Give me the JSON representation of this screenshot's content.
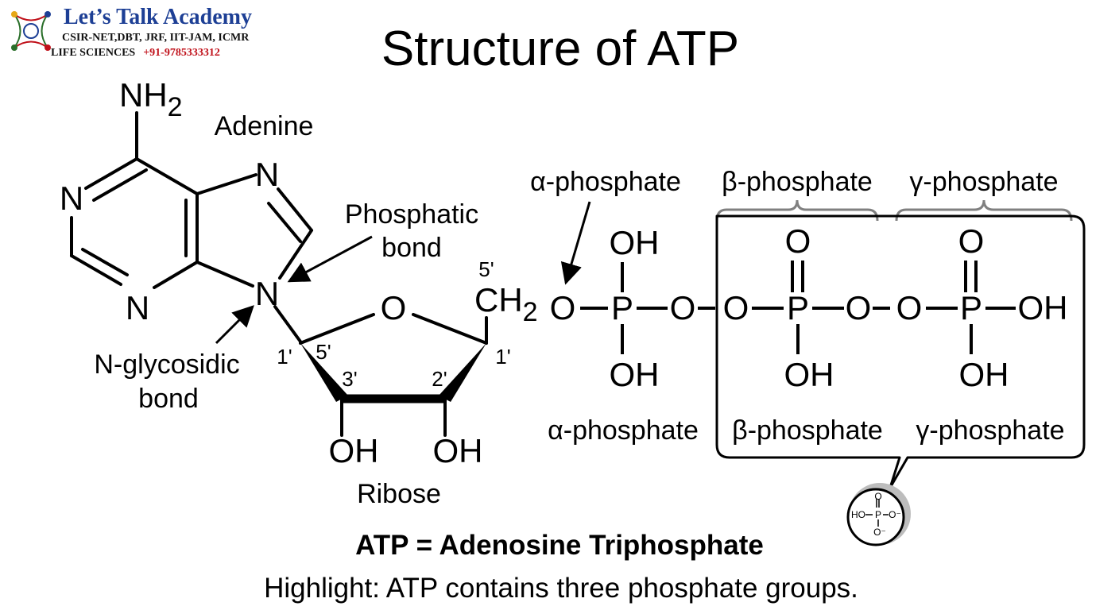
{
  "logo": {
    "title": "Let’s Talk Academy",
    "subtitle": "CSIR-NET,DBT, JRF, IIT-JAM, ICMR",
    "tagline": "LIFE SCIENCES",
    "phone": "+91-9785333312"
  },
  "title": "Structure of ATP",
  "atoms": {
    "N": "N",
    "NH2_main": "NH",
    "NH2_sub": "2",
    "O": "O",
    "P": "P",
    "OH": "OH",
    "CH2_main": "CH",
    "CH2_sub": "2"
  },
  "labels": {
    "adenine": "Adenine",
    "phosphatic_bond_line1": "Phosphatic",
    "phosphatic_bond_line2": "bond",
    "n_glycosidic_line1": "N-glycosidic",
    "n_glycosidic_line2": "bond",
    "ribose": "Ribose",
    "prime_5_top": "5'",
    "prime_1_left": "1'",
    "prime_5_ring": "5'",
    "prime_3": "3'",
    "prime_2": "2'",
    "prime_1_right": "1'"
  },
  "phosphates": {
    "alpha_top": "α-phosphate",
    "beta_top": "β-phosphate",
    "gamma_top": "γ-phosphate",
    "alpha_bottom": "α-phosphate",
    "beta_bottom": "β-phosphate",
    "gamma_bottom": "γ-phosphate"
  },
  "inset": {
    "ho": "HO",
    "p": "P",
    "o_top": "O",
    "o_right": "O⁻",
    "o_bottom": "O⁻"
  },
  "caption": {
    "main": "ATP = Adenosine Triphosphate",
    "highlight": "Highlight: ATP contains three phosphate groups."
  }
}
